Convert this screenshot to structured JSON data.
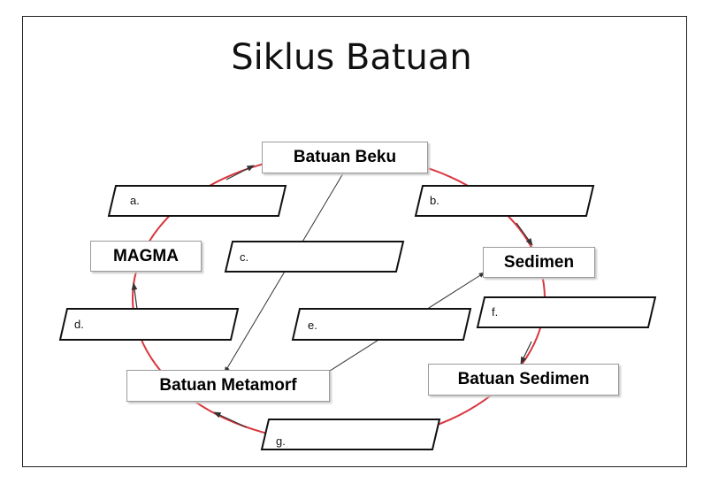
{
  "title": "Siklus Batuan",
  "nodes": {
    "batuan_beku": "Batuan Beku",
    "magma": "MAGMA",
    "sedimen": "Sedimen",
    "batuan_sedimen": "Batuan Sedimen",
    "batuan_metamorf": "Batuan Metamorf"
  },
  "blanks": {
    "a": "a.",
    "b": "b.",
    "c": "c.",
    "d": "d.",
    "e": "e.",
    "f": "f.",
    "g": "g."
  },
  "colors": {
    "cycle_line": "#d9363e",
    "border": "#111111",
    "arrow": "#333333"
  }
}
